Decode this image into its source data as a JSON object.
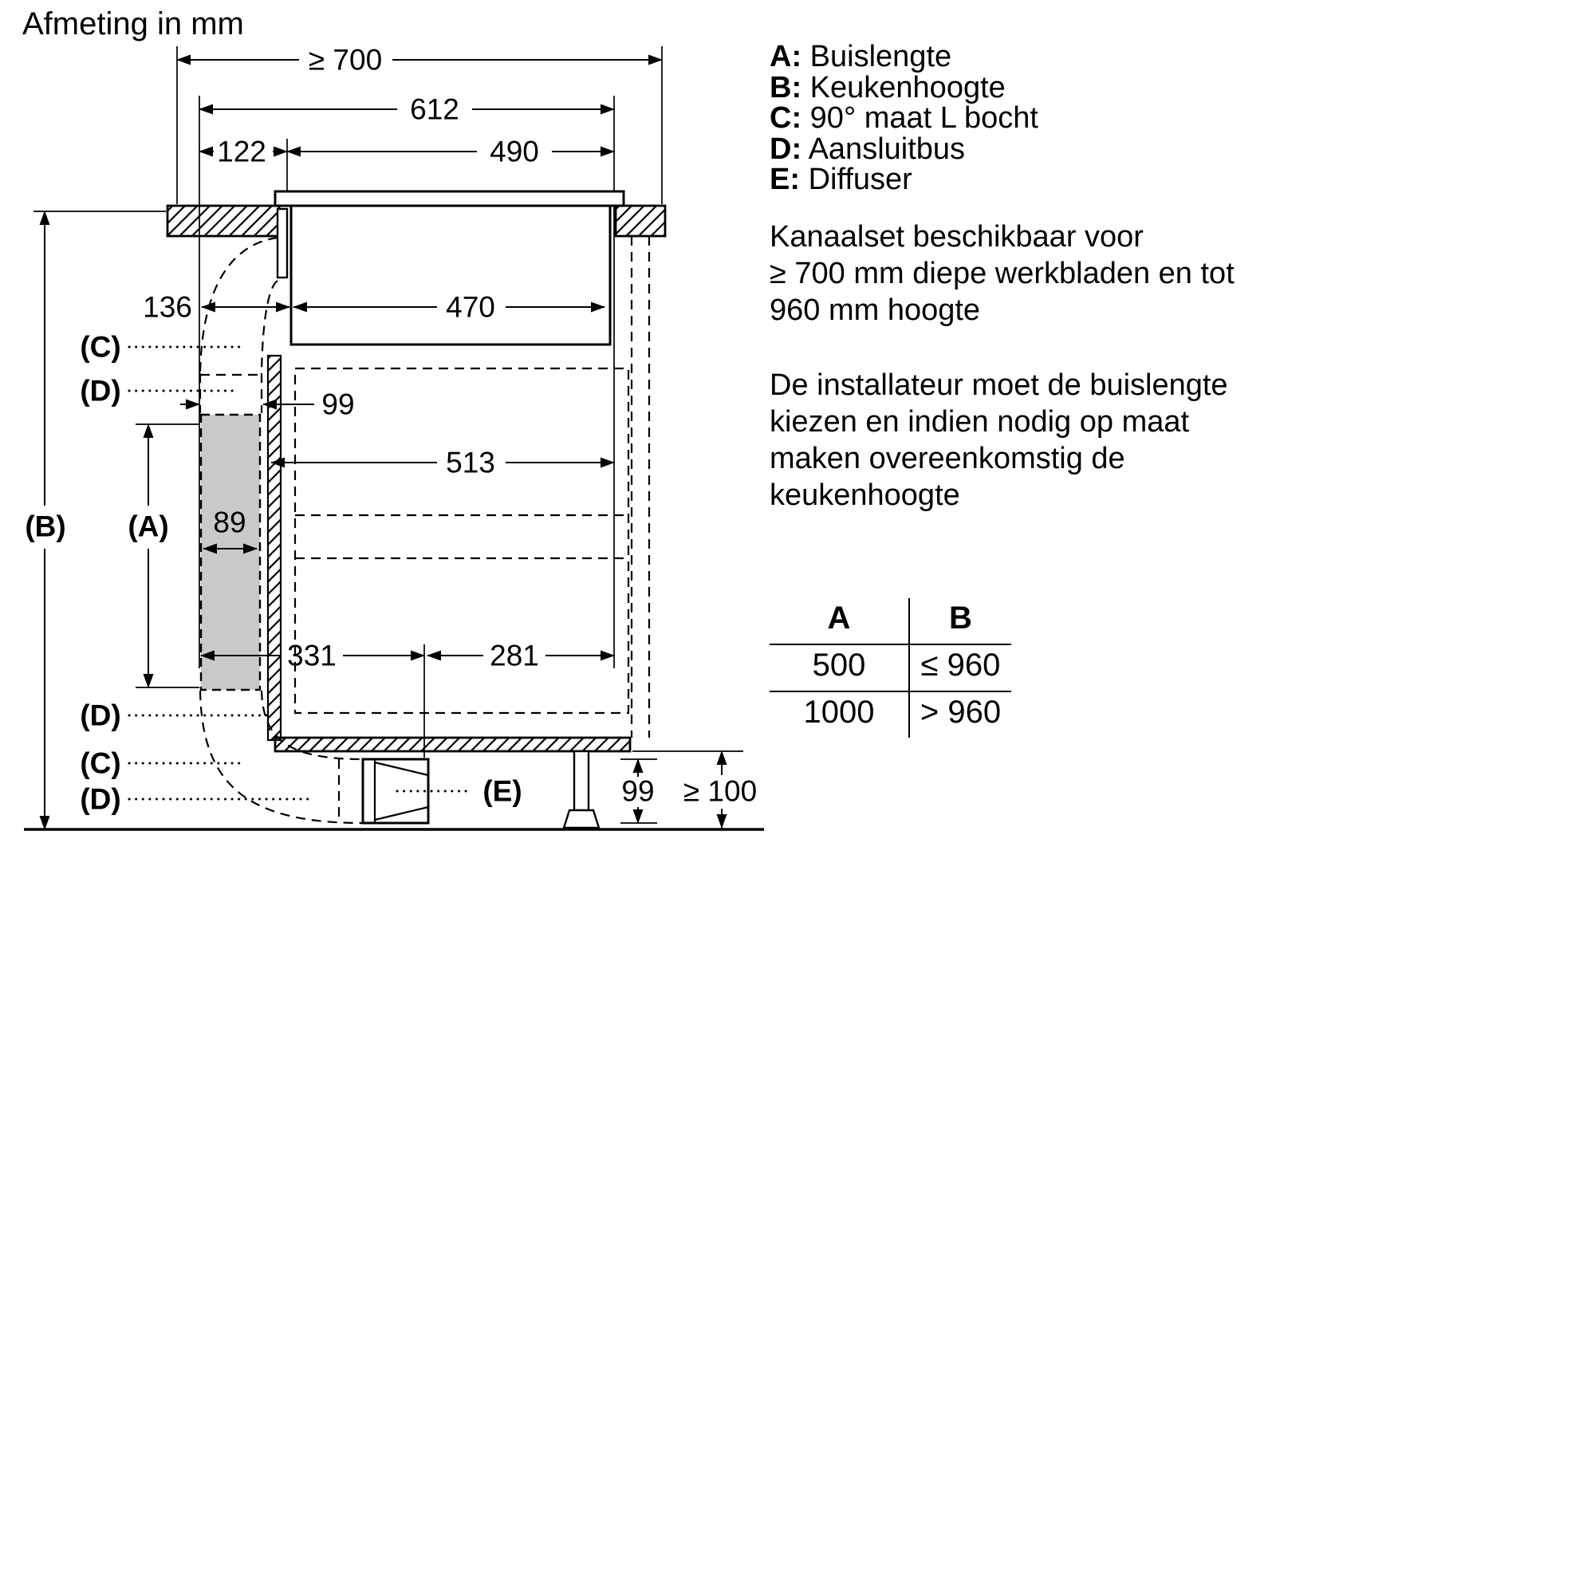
{
  "title": "Afmeting in mm",
  "legend": [
    {
      "key": "A:",
      "label": "Buislengte"
    },
    {
      "key": "B:",
      "label": "Keukenhoogte"
    },
    {
      "key": "C:",
      "label": "90° maat L bocht"
    },
    {
      "key": "D:",
      "label": "Aansluitbus"
    },
    {
      "key": "E:",
      "label": "Diffuser"
    }
  ],
  "notes": {
    "availability": [
      "Kanaalset beschikbaar voor",
      "≥ 700 mm diepe werkbladen en tot",
      "960 mm hoogte"
    ],
    "installer": [
      "De installateur moet de buislengte",
      "kiezen en indien nodig op maat",
      "maken overeenkomstig de",
      "keukenhoogte"
    ]
  },
  "table": {
    "col_a": "A",
    "col_b": "B",
    "rows": [
      {
        "a": "500",
        "b": "≤ 960"
      },
      {
        "a": "1000",
        "b": "> 960"
      }
    ]
  },
  "dims": {
    "top_width": "≥ 700",
    "hob_width": "612",
    "offset_left": "122",
    "cutout_width": "490",
    "duct_offset": "136",
    "housing_width": "470",
    "duct_depth_top": "99",
    "cabinet_width": "513",
    "duct_width": "89",
    "bottom_left": "331",
    "bottom_right": "281",
    "diffuser_height": "99",
    "floor_clearance": "≥ 100"
  },
  "labels": {
    "a": "(A)",
    "b": "(B)",
    "c_top": "(C)",
    "d_top": "(D)",
    "d_mid": "(D)",
    "c_bottom": "(C)",
    "d_bottom": "(D)",
    "e": "(E)"
  }
}
